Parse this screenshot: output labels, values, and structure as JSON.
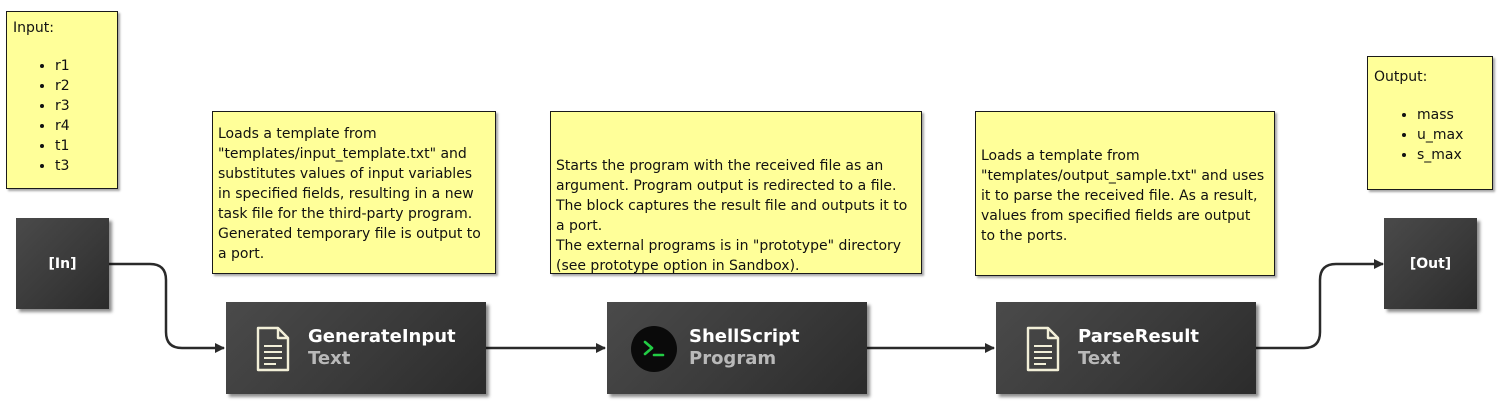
{
  "notes": {
    "input": {
      "title": "Input:",
      "items": [
        "r1",
        "r2",
        "r3",
        "r4",
        "t1",
        "t3"
      ]
    },
    "generate": {
      "text": "Loads a template from \"templates/input_template.txt\" and substitutes values of input variables in specified fields, resulting in a new task file for the third-party program. Generated temporary file is output to a port."
    },
    "shell": {
      "text": "Starts the program with the received file as an argument. Program output is redirected to a file. The block captures the result file and outputs it to a port.\nThe external programs is in \"prototype\" directory (see prototype option in Sandbox)."
    },
    "parse": {
      "text": "Loads a template from \"templates/output_sample.txt\" and uses it to parse the received file. As a result, values from specified fields are output to the ports."
    },
    "output": {
      "title": "Output:",
      "items": [
        "mass",
        "u_max",
        "s_max"
      ]
    }
  },
  "ports": {
    "in_label": "[In]",
    "out_label": "[Out]"
  },
  "blocks": [
    {
      "name": "GenerateInput",
      "kind": "Text",
      "icon": "document-icon"
    },
    {
      "name": "ShellScript",
      "kind": "Program",
      "icon": "terminal-icon"
    },
    {
      "name": "ParseResult",
      "kind": "Text",
      "icon": "document-icon"
    }
  ],
  "colors": {
    "note_bg": "#ffff99",
    "block_bg": "#3a3a3a",
    "kind_text": "#b9b9b9",
    "terminal_prompt": "#22cc44"
  }
}
